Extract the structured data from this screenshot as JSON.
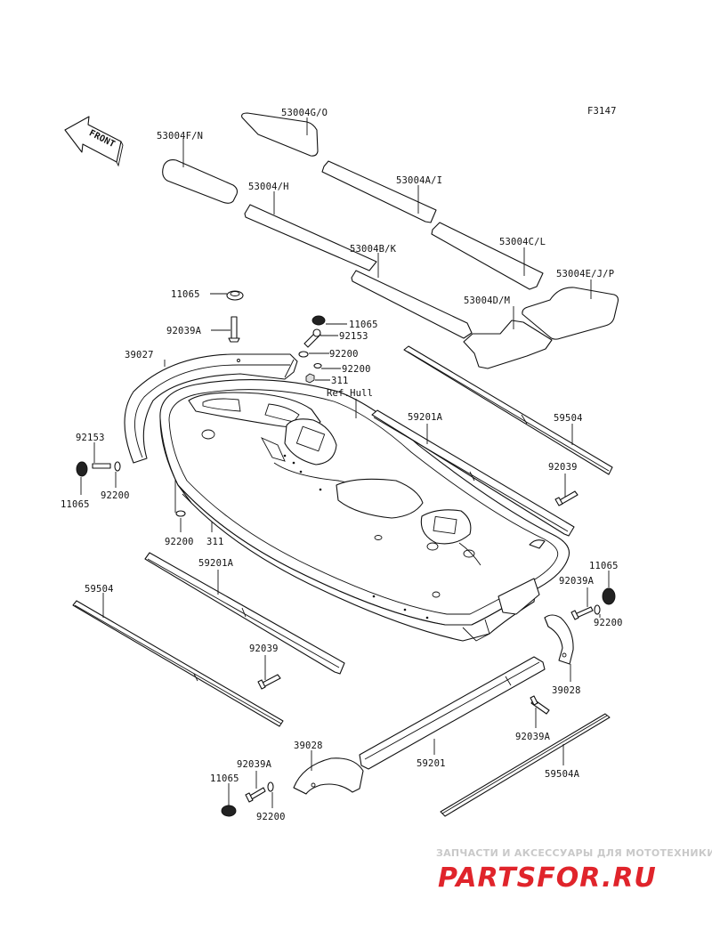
{
  "figure_code": "F3147",
  "front_label": "FRONT",
  "part_labels": {
    "p53004G_O": "53004G/O",
    "p53004F_N": "53004F/N",
    "p53004A_I": "53004A/I",
    "p53004_H": "53004/H",
    "p53004C_L": "53004C/L",
    "p53004B_K": "53004B/K",
    "p53004E_J_P": "53004E/J/P",
    "p53004D_M": "53004D/M",
    "p11065_a": "11065",
    "p92039A_a": "92039A",
    "p11065_b": "11065",
    "p92153_a": "92153",
    "p39027": "39027",
    "p92200_a": "92200",
    "p92200_b": "92200",
    "p311_a": "311",
    "ref_hull": "Ref.Hull",
    "p59201A_a": "59201A",
    "p59504_a": "59504",
    "p92153_b": "92153",
    "p92039_a": "92039",
    "p22200_c": "92200",
    "p11065_c": "11065",
    "p92200_d": "92200",
    "p311_b": "311",
    "p59201A_b": "59201A",
    "p11065_d": "11065",
    "p92039A_b": "92039A",
    "p92200_e": "92200",
    "p59504_b": "59504",
    "p92039_b": "92039",
    "p39028_a": "39028",
    "p92039A_c": "92039A",
    "p39028_b": "39028",
    "p59201": "59201",
    "p92039A_d": "92039A",
    "p59504A": "59504A",
    "p11065_e": "11065",
    "p92200_f": "92200"
  },
  "watermark": {
    "tagline": "ЗАПЧАСТИ И АКСЕССУАРЫ ДЛЯ МОТОТЕХНИКИ",
    "brand_left": "PARTS",
    "brand_mid": "FOR",
    "brand_right": ".RU",
    "colors": {
      "red": "#e0242b",
      "tagline": "#c9c9c9"
    }
  }
}
